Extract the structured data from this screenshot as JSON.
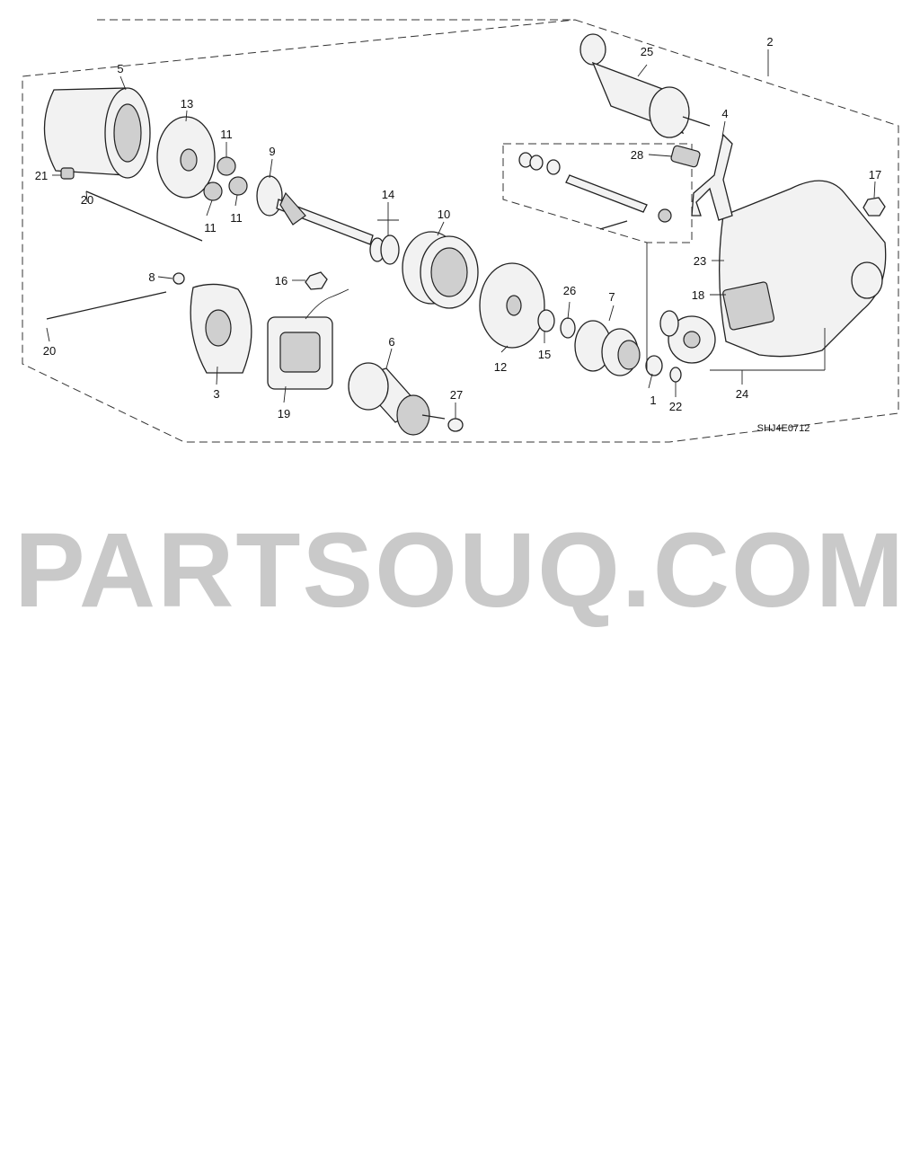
{
  "diagram": {
    "diagram_code": "SHJ4E0712",
    "callouts": [
      "1",
      "2",
      "3",
      "4",
      "5",
      "6",
      "7",
      "8",
      "9",
      "10",
      "11",
      "11",
      "11",
      "12",
      "13",
      "14",
      "15",
      "16",
      "17",
      "18",
      "19",
      "20",
      "20",
      "21",
      "22",
      "23",
      "24",
      "25",
      "26",
      "27",
      "28"
    ]
  },
  "watermark": {
    "text": "PARTSOUQ.COM"
  }
}
